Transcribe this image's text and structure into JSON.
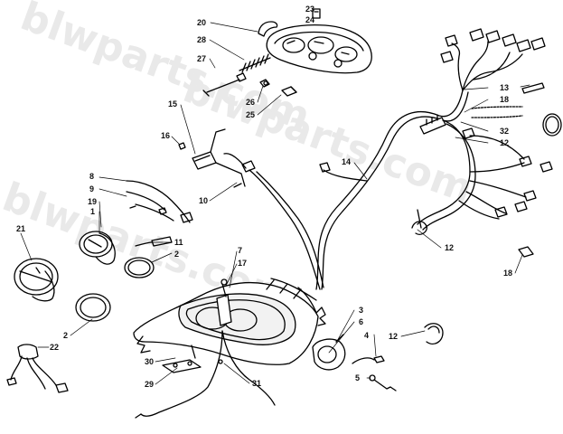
{
  "watermark": "blwparts.com",
  "callouts": {
    "c20": "20",
    "c23": "23",
    "c24": "24",
    "c28": "28",
    "c27": "27",
    "c26": "26",
    "c25": "25",
    "c15": "15",
    "c16": "16",
    "c10": "10",
    "c8": "8",
    "c9": "9",
    "c19": "19",
    "c1": "1",
    "c11": "11",
    "c21": "21",
    "c2a": "2",
    "c2b": "2",
    "c7": "7",
    "c17": "17",
    "c22": "22",
    "c30": "30",
    "c29": "29",
    "c31": "31",
    "c3": "3",
    "c6": "6",
    "c4": "4",
    "c12a": "12",
    "c5": "5",
    "c14": "14",
    "c13": "13",
    "c18a": "18",
    "c32": "32",
    "c12b": "12",
    "c12c": "12",
    "c18b": "18"
  }
}
